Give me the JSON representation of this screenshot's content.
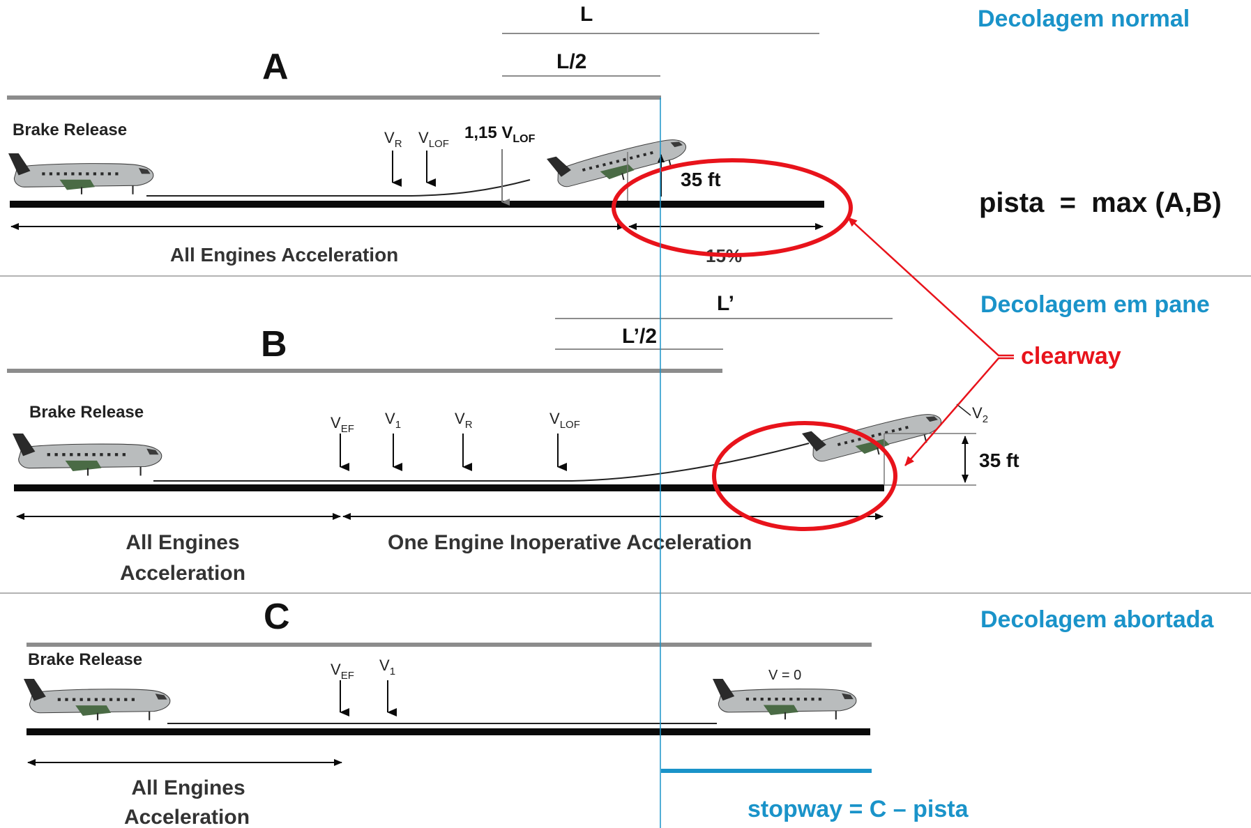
{
  "colors": {
    "accent_blue": "#1a93c9",
    "highlight_red": "#e8131b",
    "runway_black": "#0a0a0a",
    "bar_gray": "#8c8c8c",
    "divider_gray": "#9a9a9a",
    "aircraft_gray": "#b9bcbd"
  },
  "legend": {
    "normal": "Decolagem normal",
    "engine_failure": "Decolagem em pane",
    "clearway": "clearway",
    "aborted": "Decolagem abortada",
    "formula": "pista  =  max (A,B)",
    "stopway": "stopway = C – pista"
  },
  "panelA": {
    "letter": "A",
    "L_label": "L",
    "L_half_label": "L/2",
    "brake_release": "Brake Release",
    "vr": {
      "base": "V",
      "sub": "R"
    },
    "vlof": {
      "base": "V",
      "sub": "LOF"
    },
    "vlof115": {
      "base": "1,15 V",
      "sub": "LOF"
    },
    "height": "35 ft",
    "accel_label": "All Engines Acceleration",
    "percent_label": "15%"
  },
  "panelB": {
    "letter": "B",
    "L_label": "L’",
    "L_half_label": "L’/2",
    "brake_release": "Brake Release",
    "vef": {
      "base": "V",
      "sub": "EF"
    },
    "v1": {
      "base": "V",
      "sub": "1"
    },
    "vr": {
      "base": "V",
      "sub": "R"
    },
    "vlof": {
      "base": "V",
      "sub": "LOF"
    },
    "v2": {
      "base": "V",
      "sub": "2"
    },
    "height": "35 ft",
    "accel_label_line1": "All Engines",
    "accel_label_line2": "Acceleration",
    "oei_label": "One Engine Inoperative Acceleration"
  },
  "panelC": {
    "letter": "C",
    "brake_release": "Brake Release",
    "vef": {
      "base": "V",
      "sub": "EF"
    },
    "v1": {
      "base": "V",
      "sub": "1"
    },
    "v0": "V = 0",
    "accel_label_line1": "All Engines",
    "accel_label_line2": "Acceleration"
  }
}
